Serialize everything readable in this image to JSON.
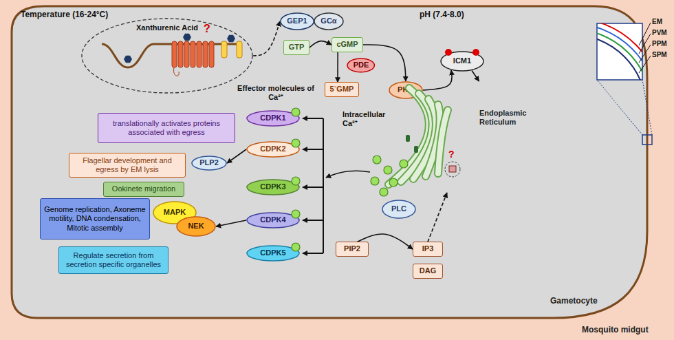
{
  "diagram": {
    "nodes": [
      {
        "text": [
          "Mosquito midgut"
        ]
      },
      {
        "text": [
          "Gametocyte"
        ],
        "in": 0
      },
      {
        "text": [
          "Xanthurenic Acid",
          "?"
        ],
        "in": 1
      },
      {
        "text": [
          "GEP1"
        ],
        "in": 1
      },
      {
        "text": [
          "GCα"
        ],
        "in": 1
      },
      {
        "text": [
          "GTP"
        ],
        "in": 1
      },
      {
        "text": [
          "cGMP"
        ],
        "in": 1
      },
      {
        "text": [
          "PDE"
        ],
        "in": 1
      },
      {
        "text": [
          "5`GMP"
        ],
        "in": 1
      },
      {
        "text": [
          "PKG"
        ],
        "in": 1
      },
      {
        "text": [
          "ICM1"
        ],
        "in": 1
      },
      {
        "text": [
          "Endoplasmic Reticulum"
        ],
        "in": 1
      },
      {
        "text": [
          "translationally activates proteins associated with egress"
        ],
        "in": 1
      },
      {
        "text": [
          "CDPK1"
        ],
        "in": 1
      },
      {
        "text": [
          "Flagellar development and egress by EM lysis"
        ],
        "in": 1
      },
      {
        "text": [
          "CDPK2"
        ],
        "in": 1
      },
      {
        "text": [
          "PLP2"
        ],
        "in": 1
      },
      {
        "text": [
          "Ookinete migration"
        ],
        "in": 1
      },
      {
        "text": [
          "CDPK3"
        ],
        "in": 1
      },
      {
        "text": [
          "Genome replication, Axoneme motility, DNA condensation, Mitotic assembly"
        ],
        "in": 1
      },
      {
        "text": [
          "MAPK"
        ],
        "in": 1
      },
      {
        "text": [
          "NEK"
        ],
        "in": 1
      },
      {
        "text": [
          "CDPK4"
        ],
        "in": 1
      },
      {
        "text": [
          "Regulate secretion from secretion specific organelles"
        ],
        "in": 1
      },
      {
        "text": [
          "CDPK5"
        ],
        "in": 1
      },
      {
        "text": [
          "PLC"
        ],
        "in": 1
      },
      {
        "text": [
          "PIP2"
        ],
        "in": 1
      },
      {
        "text": [
          "IP3"
        ],
        "in": 1
      },
      {
        "text": [
          "DAG"
        ],
        "in": 1
      }
    ],
    "edges": [
      {
        "from": 2,
        "to": 3,
        "arrow": "to"
      },
      {
        "from": 5,
        "to": 6,
        "arrow": "to"
      },
      {
        "from": 6,
        "to": 8,
        "arrow": "to"
      },
      {
        "from": 6,
        "to": 9,
        "arrow": "to"
      },
      {
        "from": 9,
        "to": 10,
        "arrow": "to"
      },
      {
        "from": 10,
        "to": 11,
        "arrow": "to"
      },
      {
        "from": 15,
        "to": 16,
        "arrow": "to"
      },
      {
        "from": 22,
        "to": 21,
        "arrow": "to"
      },
      {
        "from": 26,
        "to": 27,
        "arrow": "to"
      },
      {
        "from": 27,
        "to": 11,
        "arrow": "to"
      }
    ],
    "labels": [
      "Temperature (16-24°C)",
      "pH (7.4-8.0)",
      "Effector molecules of Ca²⁺",
      "Intracellular Ca²⁺",
      "?",
      "EM",
      "PVM",
      "PPM",
      "SPM"
    ]
  }
}
